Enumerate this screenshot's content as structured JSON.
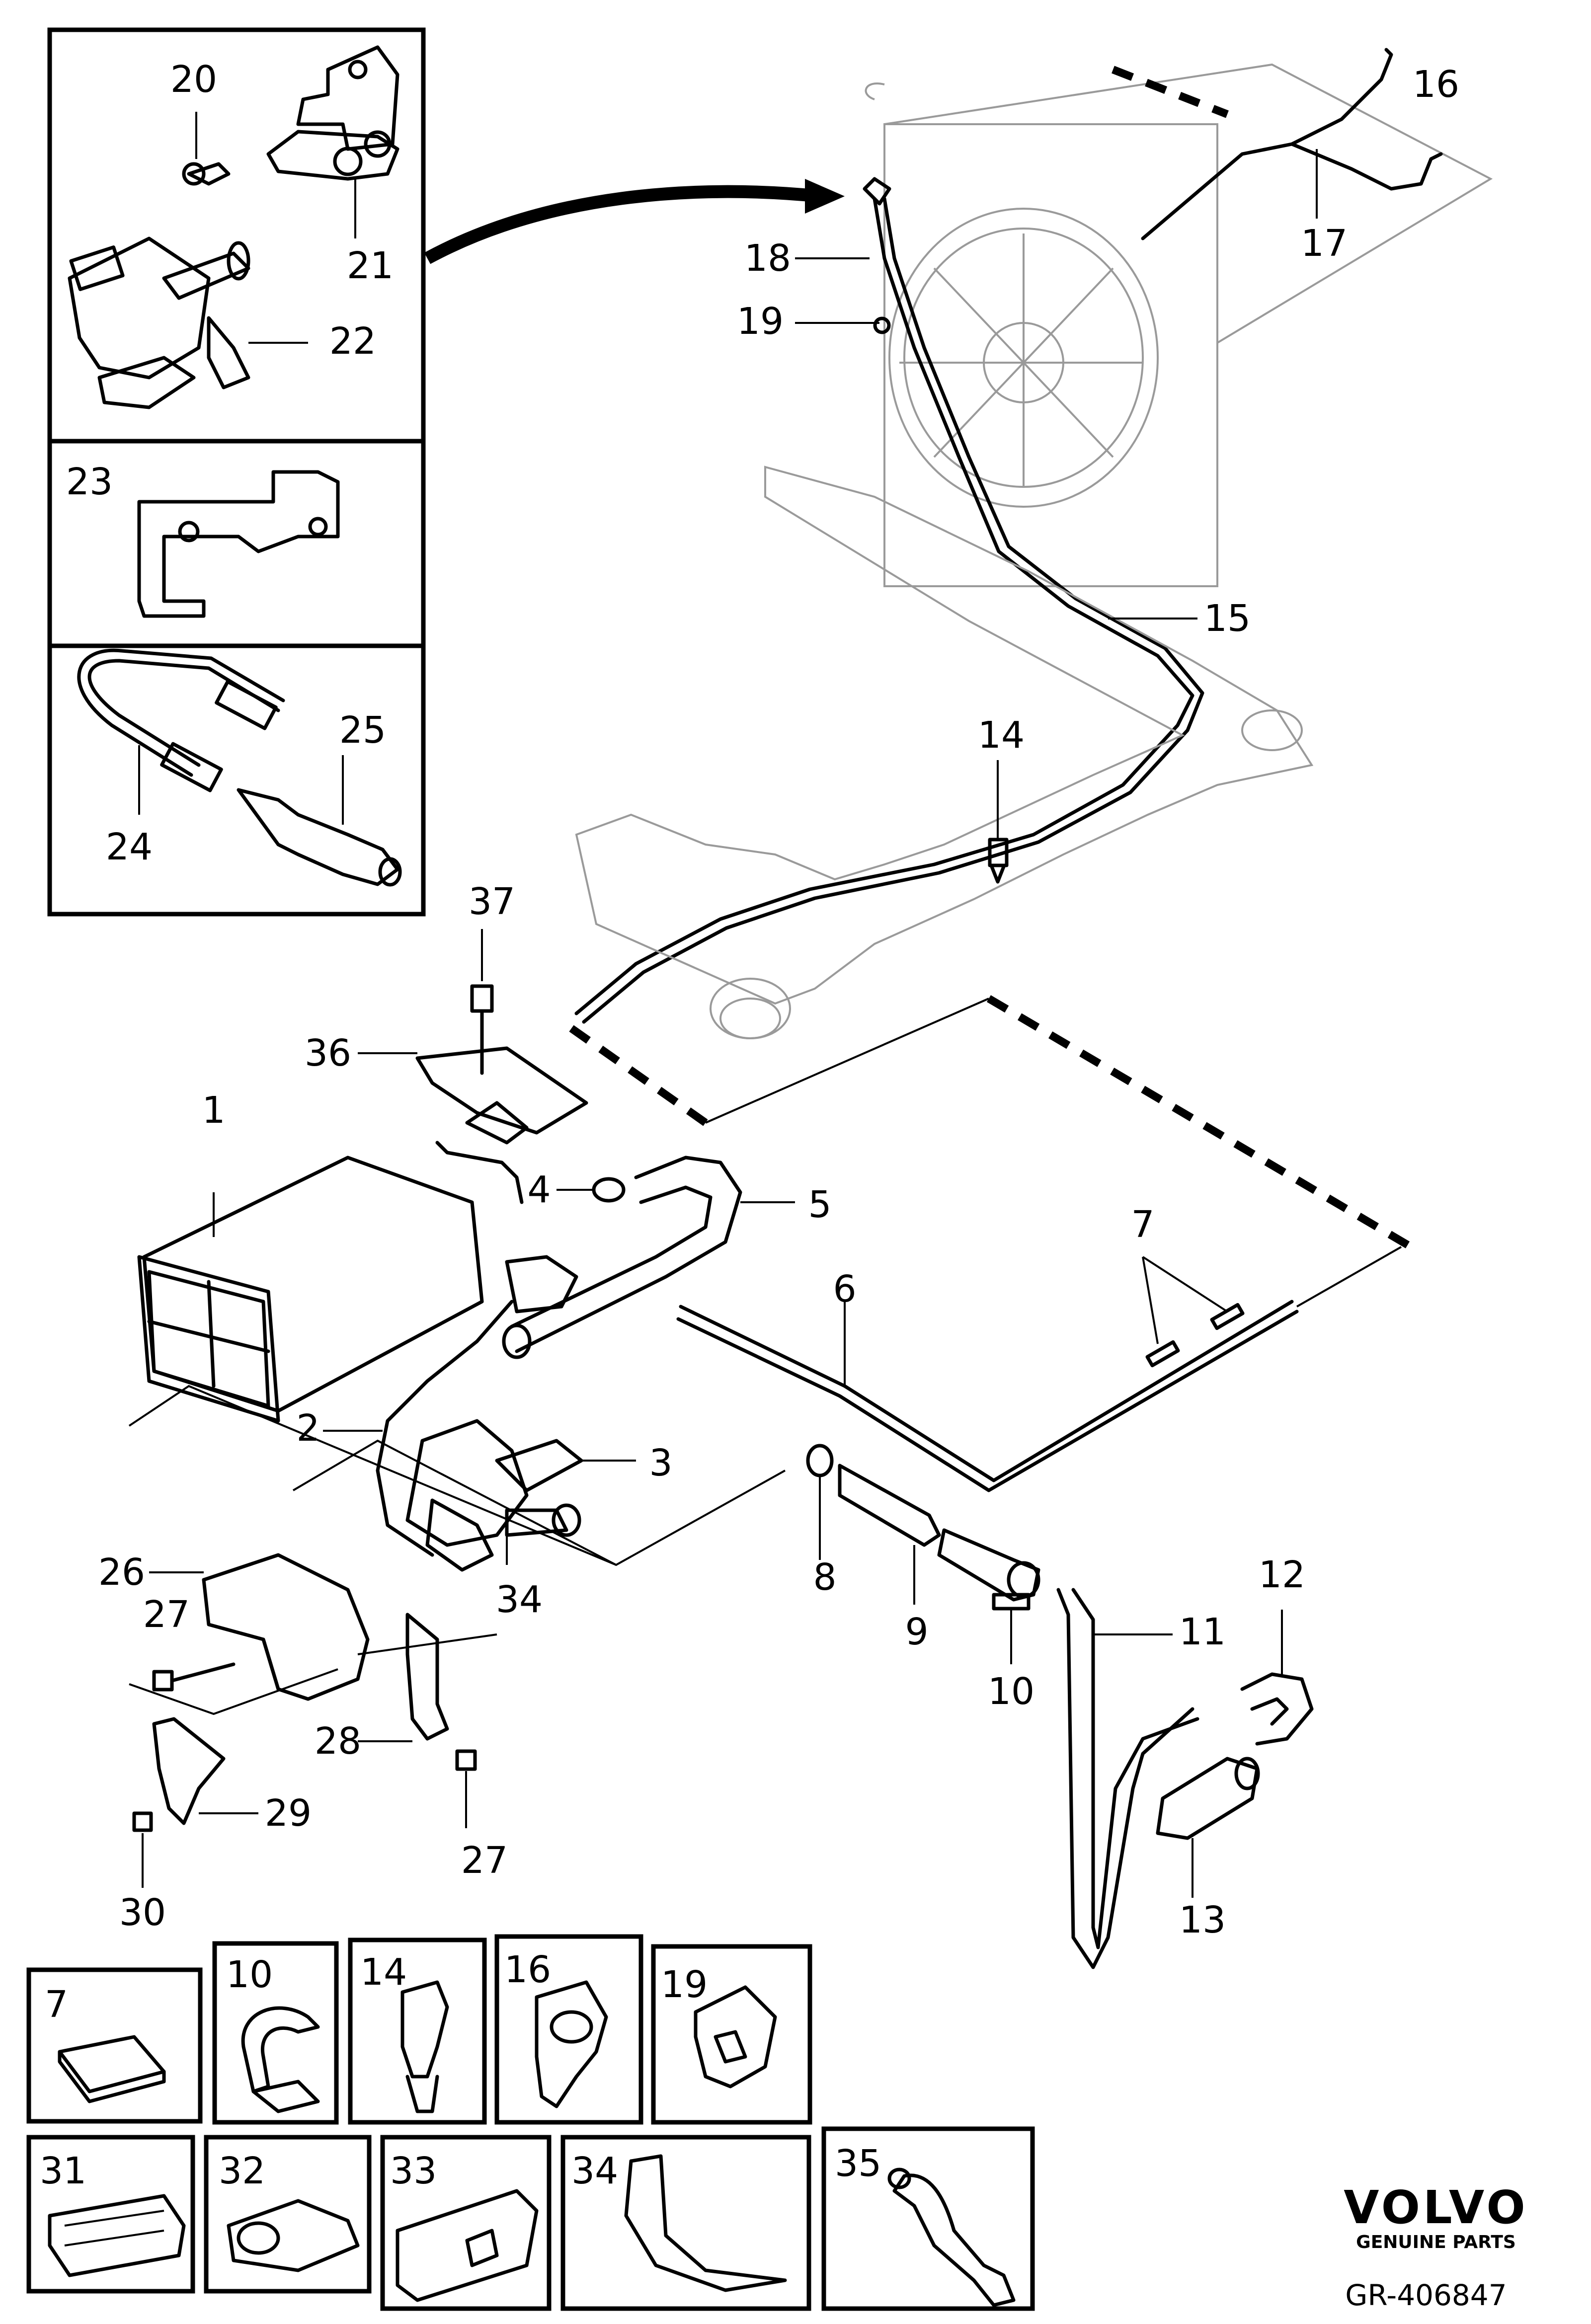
{
  "callouts": [
    "1",
    "2",
    "3",
    "4",
    "5",
    "6",
    "7",
    "8",
    "9",
    "10",
    "11",
    "12",
    "13",
    "14",
    "15",
    "16",
    "17",
    "18",
    "19",
    "20",
    "21",
    "22",
    "23",
    "24",
    "25",
    "26",
    "27",
    "27",
    "28",
    "29",
    "30",
    "34",
    "36",
    "37"
  ],
  "insets": {
    "main_left": [
      "20",
      "21",
      "22",
      "23",
      "24",
      "25"
    ],
    "bottom_row1": [
      "7",
      "10",
      "14",
      "16",
      "19"
    ],
    "bottom_row2": [
      "31",
      "32",
      "33",
      "34",
      "35"
    ]
  },
  "brand": {
    "name": "VOLVO",
    "tagline": "GENUINE PARTS",
    "reference": "GR-406847"
  }
}
